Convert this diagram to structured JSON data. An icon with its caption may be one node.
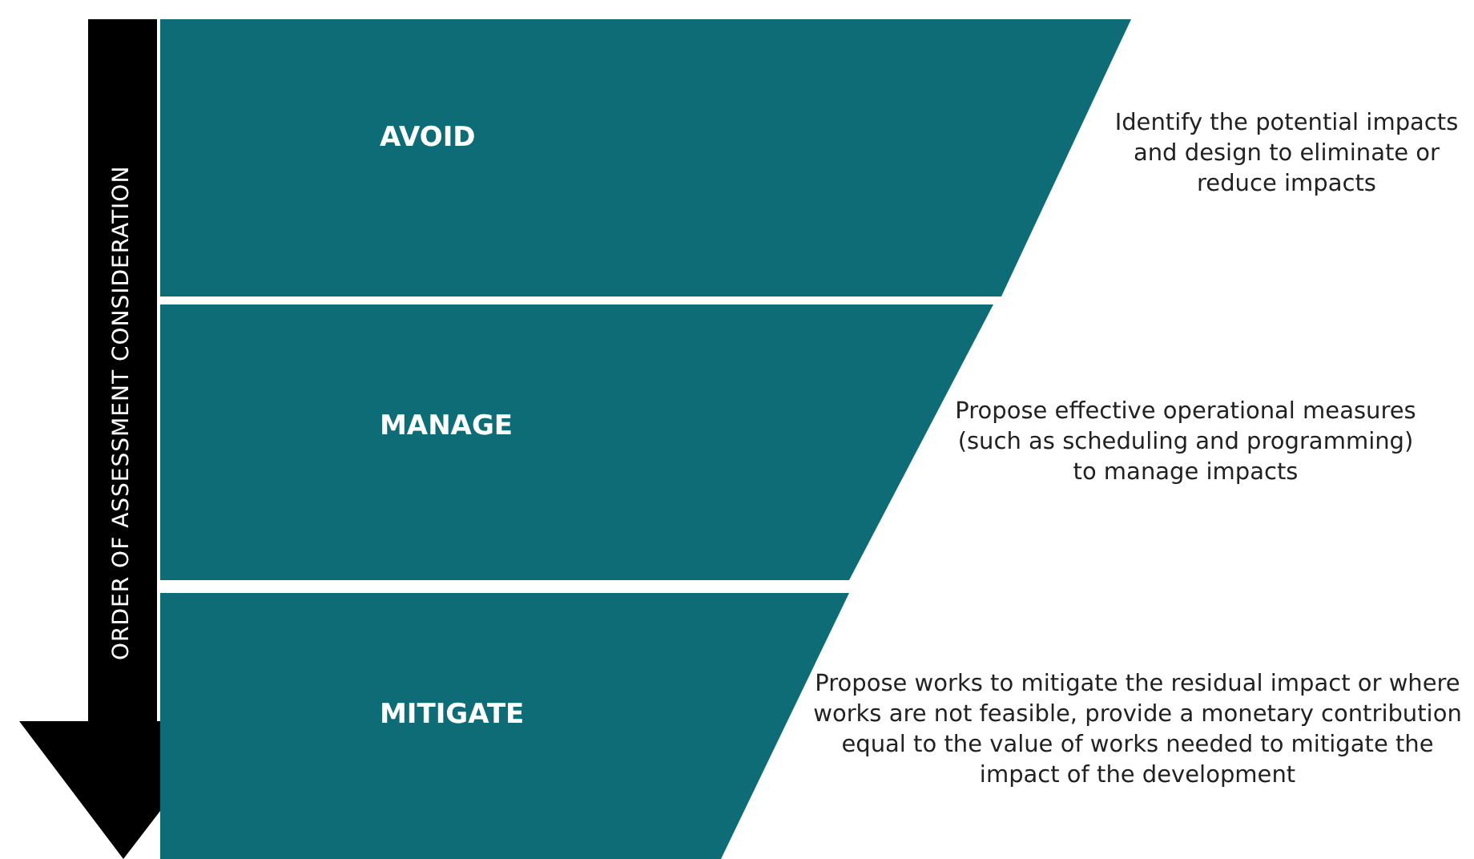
{
  "diagram": {
    "nodes": [
      {
        "text": [
          "AVOID"
        ],
        "beside": [
          "Identify the potential impacts and design to eliminate or reduce impacts"
        ]
      },
      {
        "text": [
          "MANAGE"
        ],
        "beside": [
          "Propose effective operational measures (such as scheduling and programming) to manage impacts"
        ]
      },
      {
        "text": [
          "MITIGATE"
        ],
        "beside": [
          "Propose works to mitigate the residual impact or where works are not feasible, provide a monetary contribution equal to the value of works needed to mitigate the impact of the development"
        ]
      }
    ],
    "edges": [],
    "labels": [
      "ORDER OF ASSESSMENT CONSIDERATION"
    ]
  }
}
